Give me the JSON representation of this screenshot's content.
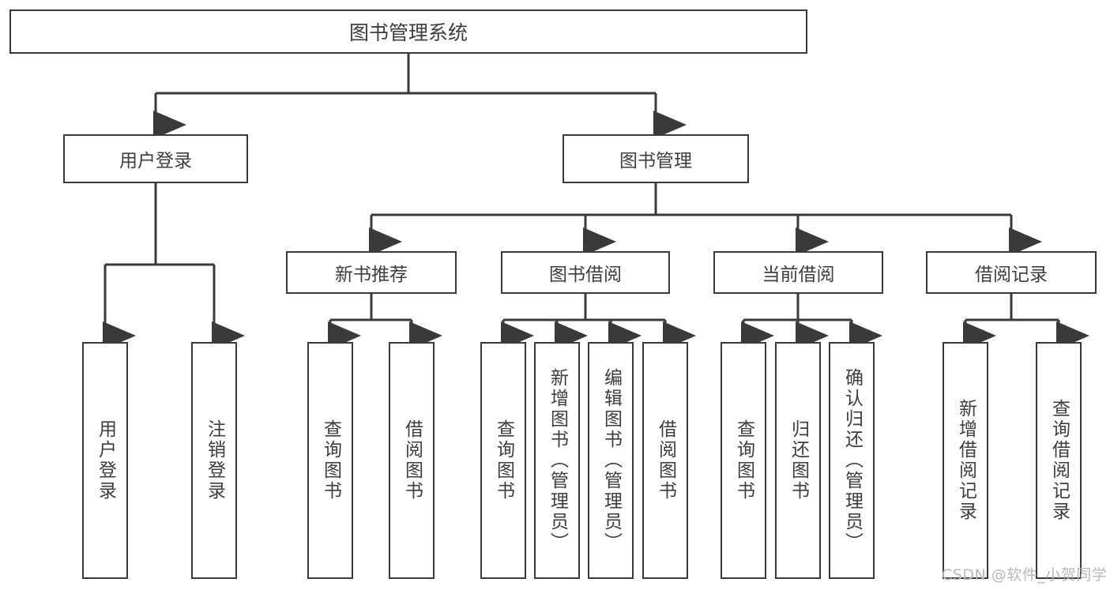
{
  "diagram": {
    "title": "图书管理系统",
    "root": {
      "label": "图书管理系统"
    },
    "level2": [
      {
        "label": "用户登录"
      },
      {
        "label": "图书管理"
      }
    ],
    "level3": [
      {
        "label": "新书推荐"
      },
      {
        "label": "图书借阅"
      },
      {
        "label": "当前借阅"
      },
      {
        "label": "借阅记录"
      }
    ],
    "leaves": {
      "user_login": [
        {
          "label": "用户登录"
        },
        {
          "label": "注销登录"
        }
      ],
      "new_book_recommend": [
        {
          "label": "查询图书"
        },
        {
          "label": "借阅图书"
        }
      ],
      "book_borrow": [
        {
          "label": "查询图书"
        },
        {
          "label": "新增图书（管理员）"
        },
        {
          "label": "编辑图书（管理员）"
        },
        {
          "label": "借阅图书"
        }
      ],
      "current_borrow": [
        {
          "label": "查询图书"
        },
        {
          "label": "归还图书"
        },
        {
          "label": "确认归还（管理员）"
        }
      ],
      "borrow_records": [
        {
          "label": "新增借阅记录"
        },
        {
          "label": "查询借阅记录"
        }
      ]
    }
  },
  "watermark": {
    "text": "CSDN @软件_小贺同学"
  },
  "colors": {
    "stroke": "#3a3a3a",
    "text": "#3d3d3d",
    "background": "#ffffff",
    "watermark": "#b9b9b9"
  }
}
